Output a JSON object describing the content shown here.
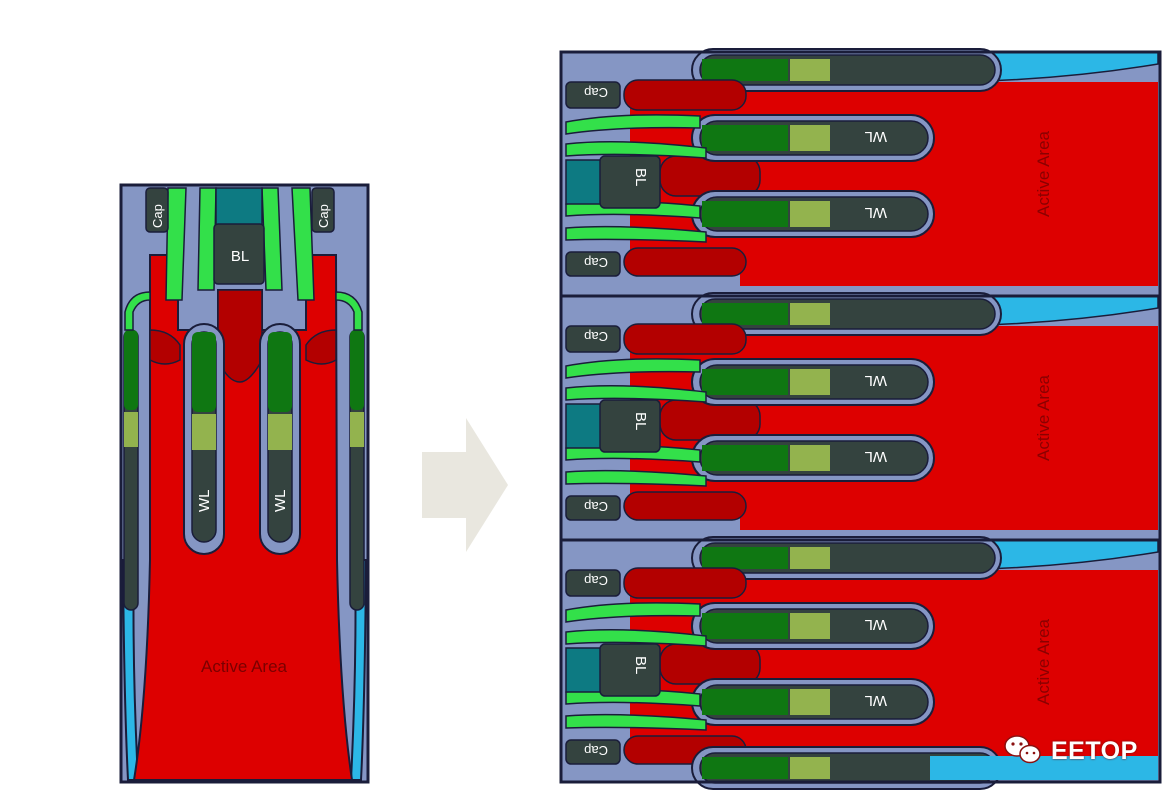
{
  "colors": {
    "active_area": "#dd0000",
    "dark_red": "#b30000",
    "liner": "#8596c4",
    "light_green": "#33e04a",
    "dark_green": "#0f7712",
    "olive_green": "#93b34e",
    "dark_slate": "#34433f",
    "teal": "#0d7a82",
    "cyan": "#2cb7e6",
    "outline": "#1a1d3a",
    "arrow": "#e9e7df"
  },
  "left_diagram": {
    "cap_label": "Cap",
    "bl_label": "BL",
    "wl_label": "WL",
    "active_area_label": "Active Area"
  },
  "arrow": {
    "icon": "right-arrow-icon"
  },
  "right_diagram": {
    "cap_label": "Cap",
    "bl_label": "BL",
    "wl_label": "WL",
    "active_area_label": "Active Area"
  },
  "watermark": {
    "text": "EETOP",
    "icon": "wechat-icon"
  }
}
